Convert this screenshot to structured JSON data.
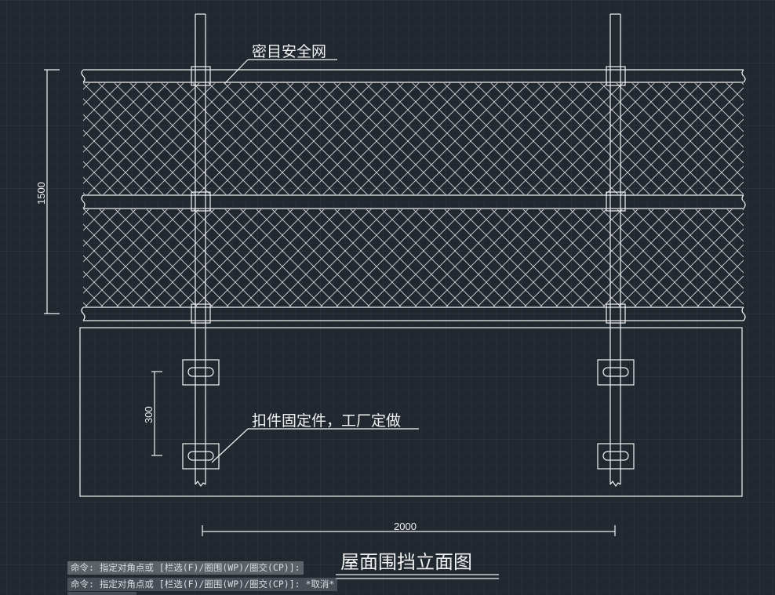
{
  "drawing": {
    "annotation_net": "密目安全网",
    "annotation_clamp": "扣件固定件，工厂定做",
    "dim_height": "1500",
    "dim_spacing": "300",
    "dim_width": "2000",
    "title": "屋面围挡立面图"
  },
  "command_line": {
    "line1": "命令: 指定对角点或 [栏选(F)/圈围(WP)/圈交(CP)]:",
    "line2": "命令: 指定对角点或 [栏选(F)/圈围(WP)/圈交(CP)]: *取消*"
  },
  "colors": {
    "background": "#212830",
    "grid_minor": "#2a323c",
    "grid_major": "#323b46",
    "line": "#f2f2f2"
  }
}
